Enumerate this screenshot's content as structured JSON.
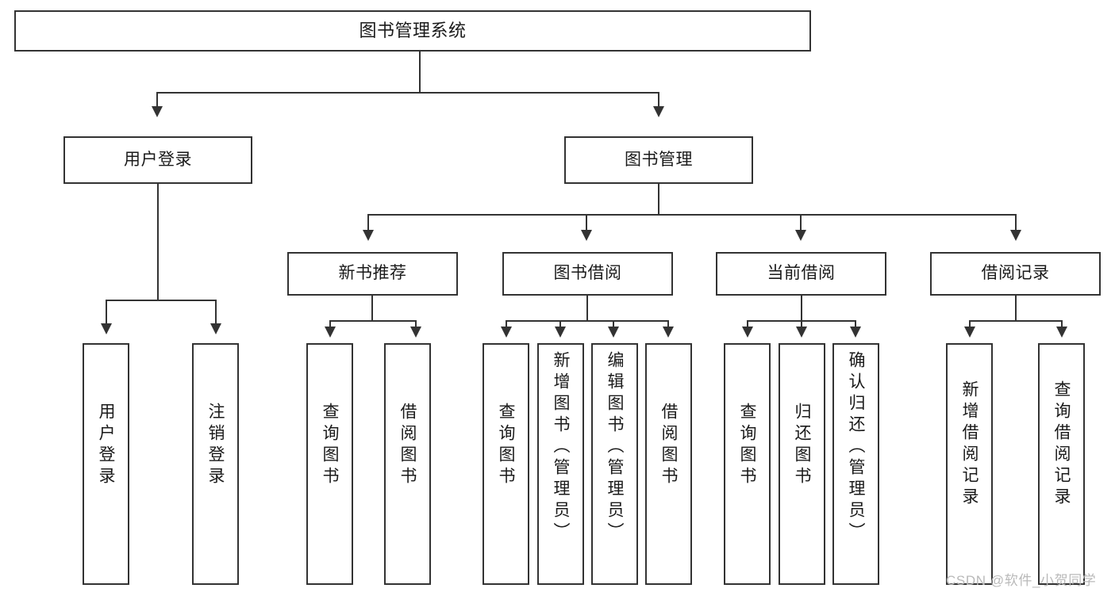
{
  "diagram": {
    "title": "图书管理系统",
    "type": "tree-hierarchy-diagram",
    "colors": {
      "stroke": "#333333",
      "box_fill": "#ffffff",
      "text": "#1a1a1a",
      "background": "#ffffff",
      "watermark": "#b9b9b9"
    }
  },
  "nodes": {
    "root": {
      "label": "图书管理系统"
    },
    "level2": [
      {
        "label": "用户登录"
      },
      {
        "label": "图书管理"
      }
    ],
    "level3": [
      {
        "label": "新书推荐"
      },
      {
        "label": "图书借阅"
      },
      {
        "label": "当前借阅"
      },
      {
        "label": "借阅记录"
      }
    ],
    "leaves": {
      "user_login": [
        {
          "label": "用户登录"
        },
        {
          "label": "注销登录"
        }
      ],
      "new_book_recommend": [
        {
          "label": "查询图书"
        },
        {
          "label": "借阅图书"
        }
      ],
      "book_borrow": [
        {
          "label": "查询图书"
        },
        {
          "label": "新增图书（管理员）"
        },
        {
          "label": "编辑图书（管理员）"
        },
        {
          "label": "借阅图书"
        }
      ],
      "current_borrow": [
        {
          "label": "查询图书"
        },
        {
          "label": "归还图书"
        },
        {
          "label": "确认归还（管理员）"
        }
      ],
      "borrow_record": [
        {
          "label": "新增借阅记录"
        },
        {
          "label": "查询借阅记录"
        }
      ]
    }
  },
  "watermark": {
    "text": "CSDN @软件_小贺同学"
  }
}
